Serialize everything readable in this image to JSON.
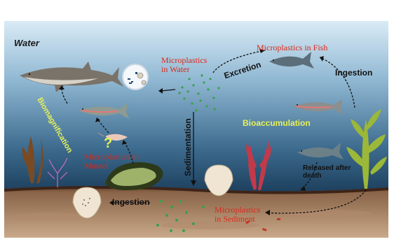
{
  "labels": {
    "water": "Water",
    "mp_water": "Microplastics\nin Water",
    "mp_fish": "Microplastics in Fish",
    "excretion": "Excretion",
    "ingestion_top": "Ingestion",
    "sedimentation": "Sedimentation",
    "bioaccumulation": "Bioaccumulation",
    "biomagnification": "Biomagnification",
    "question": "?",
    "mp_mussel": "Microplastics in\nMussel",
    "released": "Released after\ndeath",
    "ingestion_bottom": "Ingestion",
    "mp_sediment": "Microplastics\nin Sediment"
  },
  "colors": {
    "sky": "#ffffff",
    "water_top": "#c9e0f0",
    "water_bottom": "#1f4a6b",
    "sediment": "#a47a5c",
    "label_red": "#d8281c",
    "label_yellow": "#e6f25a",
    "particle_green": "#2e8b3a"
  }
}
